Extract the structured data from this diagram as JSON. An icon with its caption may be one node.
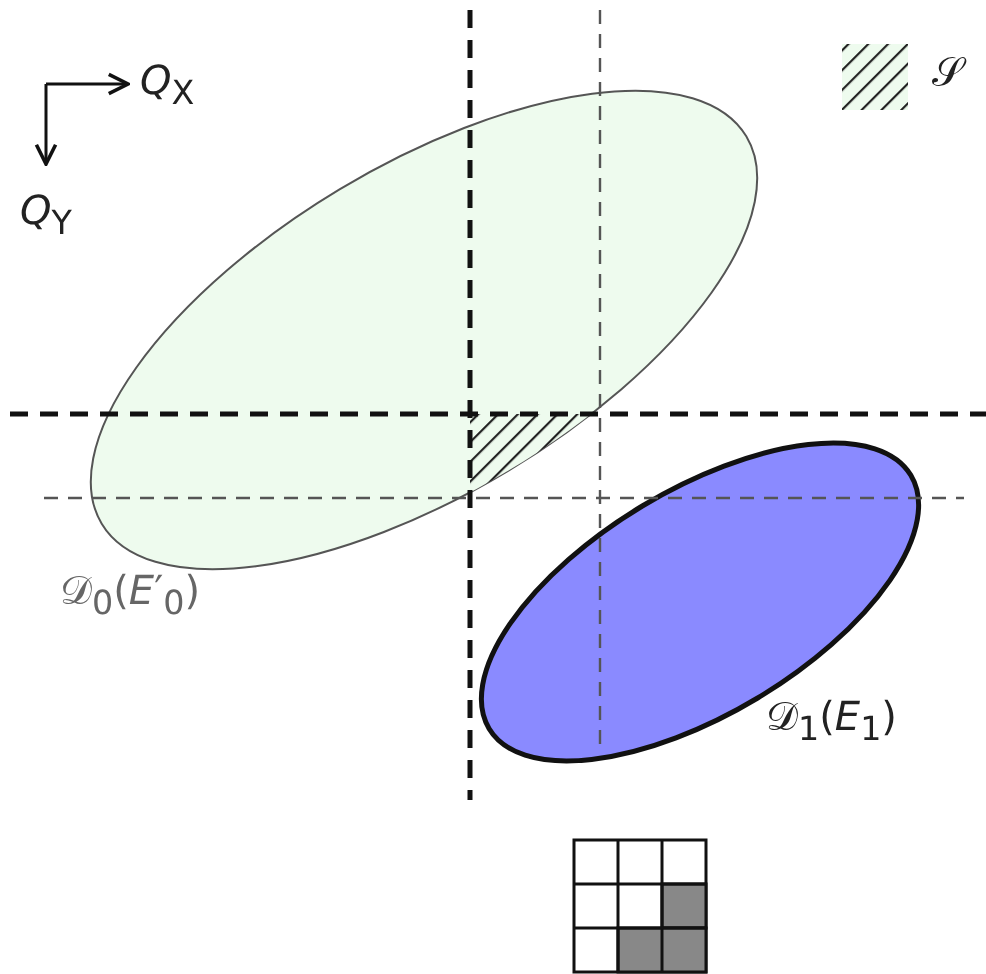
{
  "diagram": {
    "labels": [
      "*Q*$_{X}$",
      "*Q*$_{Y}$",
      "𝒟$_{0}$(*E*′$_{0}$)",
      "𝒟$_{1}$(*E*$_{1}$)"
    ],
    "legend": [
      {
        "text": "𝒮"
      }
    ]
  }
}
